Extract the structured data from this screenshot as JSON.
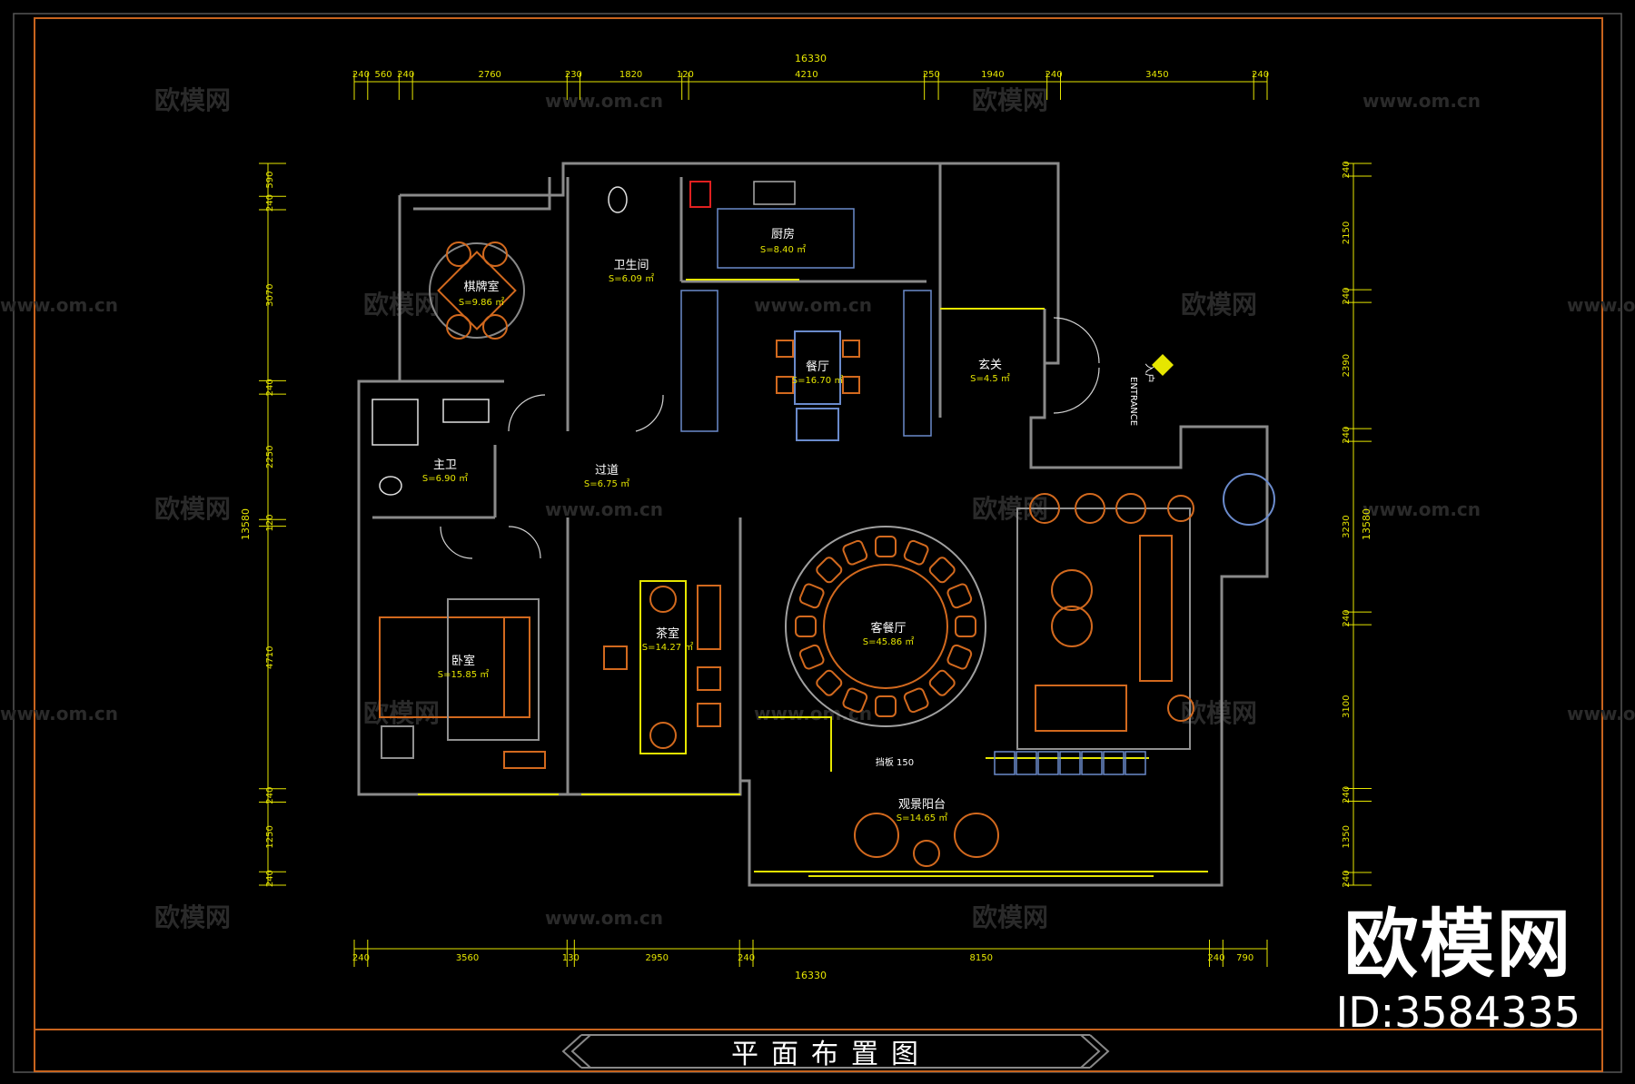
{
  "drawing": {
    "title": "平面布置图",
    "dims_top": [
      "240",
      "560",
      "240",
      "2760",
      "230",
      "1820",
      "120",
      "4210",
      "250",
      "1940",
      "240",
      "3450",
      "240"
    ],
    "dims_top_total": "16330",
    "dims_bottom": [
      "240",
      "3560",
      "130",
      "2950",
      "240",
      "8150",
      "240",
      "790"
    ],
    "dims_bottom_total": "16330",
    "dims_left": [
      "590",
      "240",
      "3070",
      "240",
      "2250",
      "120",
      "4710",
      "240",
      "1250",
      "240"
    ],
    "dims_left_total": "13580",
    "dims_right": [
      "240",
      "2150",
      "240",
      "2390",
      "240",
      "3230",
      "240",
      "3100",
      "240",
      "1350",
      "240"
    ],
    "dims_right_total": "13580",
    "rooms": [
      {
        "name": "棋牌室",
        "area": "S=9.86 ㎡"
      },
      {
        "name": "卫生间",
        "area": "S=6.09 ㎡"
      },
      {
        "name": "厨房",
        "area": "S=8.40 ㎡"
      },
      {
        "name": "餐厅",
        "area": "S=16.70 ㎡"
      },
      {
        "name": "玄关",
        "area": "S=4.5 ㎡"
      },
      {
        "name": "主卫",
        "area": "S=6.90 ㎡"
      },
      {
        "name": "过道",
        "area": "S=6.75 ㎡"
      },
      {
        "name": "卧室",
        "area": "S=15.85 ㎡"
      },
      {
        "name": "茶室",
        "area": "S=14.27 ㎡"
      },
      {
        "name": "客餐厅",
        "area": "S=45.86 ㎡"
      },
      {
        "name": "观景阳台",
        "area": "S=14.65 ㎡"
      }
    ],
    "entrance_label": "ENTRANCE",
    "entrance_cn": "入户",
    "ceiling_note": "挡板 150"
  },
  "watermark": {
    "text": "欧模网",
    "url": "www.om.cn"
  },
  "brand": {
    "logo": "欧模网",
    "id": "ID:3584335"
  },
  "colors": {
    "background": "#000000",
    "border": "#c8641e",
    "wall": "#7a7a7a",
    "dimension": "#e6e600",
    "furniture": "#d2691e",
    "text": "#ffffff"
  }
}
